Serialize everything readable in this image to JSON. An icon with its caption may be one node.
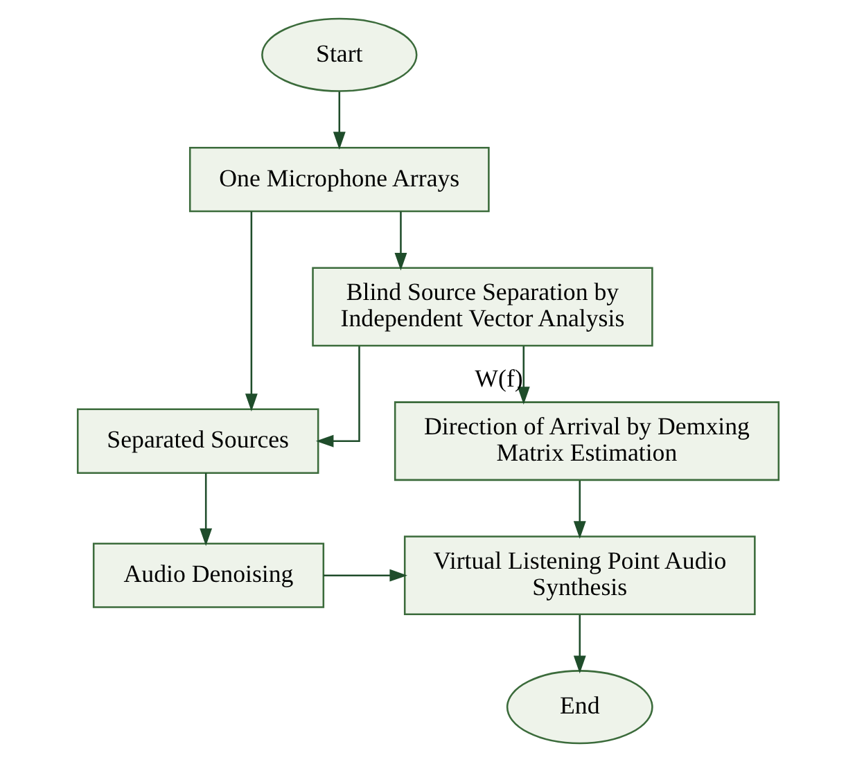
{
  "diagram": {
    "nodes": [
      {
        "text": [
          "Start"
        ]
      },
      {
        "text": [
          "One Microphone Arrays"
        ]
      },
      {
        "text": [
          "Blind Source Separation by Independent Vector Analysis"
        ]
      },
      {
        "text": [
          "Separated Sources"
        ]
      },
      {
        "text": [
          "Direction of Arrival by Demxing Matrix Estimation"
        ]
      },
      {
        "text": [
          "Audio Denoising"
        ]
      },
      {
        "text": [
          "Virtual Listening Point Audio Synthesis"
        ]
      },
      {
        "text": [
          "End"
        ]
      }
    ],
    "edges": [
      {
        "from": 0,
        "to": 1,
        "arrow": "to"
      },
      {
        "from": 1,
        "to": 2,
        "arrow": "to"
      },
      {
        "from": 1,
        "to": 3,
        "arrow": "to"
      },
      {
        "from": 2,
        "to": 4,
        "arrow": "to",
        "label": "W(f)"
      },
      {
        "from": 2,
        "to": 3,
        "arrow": "to"
      },
      {
        "from": 3,
        "to": 5,
        "arrow": "to"
      },
      {
        "from": 5,
        "to": 6,
        "arrow": "to"
      },
      {
        "from": 4,
        "to": 6,
        "arrow": "to"
      },
      {
        "from": 6,
        "to": 7,
        "arrow": "to"
      }
    ]
  }
}
